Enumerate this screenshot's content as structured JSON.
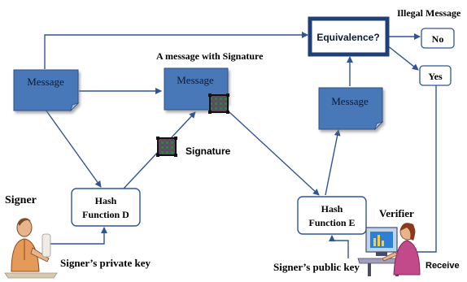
{
  "nodes": {
    "message_left": "Message",
    "message_middle": "Message",
    "message_right": "Message",
    "equivalence": "Equivalence?",
    "no": "No",
    "yes": "Yes",
    "hash_d_line1": "Hash",
    "hash_d_line2": "Function D",
    "hash_e_line1": "Hash",
    "hash_e_line2": "Function E"
  },
  "labels": {
    "illegal_message": "Illegal Message",
    "message_with_signature": "A message with Signature",
    "signature": "Signature",
    "signer": "Signer",
    "signer_private_key": "Signer’s private key",
    "verifier": "Verifier",
    "signer_public_key": "Signer’s public key",
    "receive": "Receive"
  },
  "colors": {
    "message_fill": "#4a78b8",
    "message_stroke": "#2d4f85",
    "arrow": "#2f5597",
    "box_stroke": "#2f5597",
    "equivalence_stroke": "#1f3f78"
  }
}
